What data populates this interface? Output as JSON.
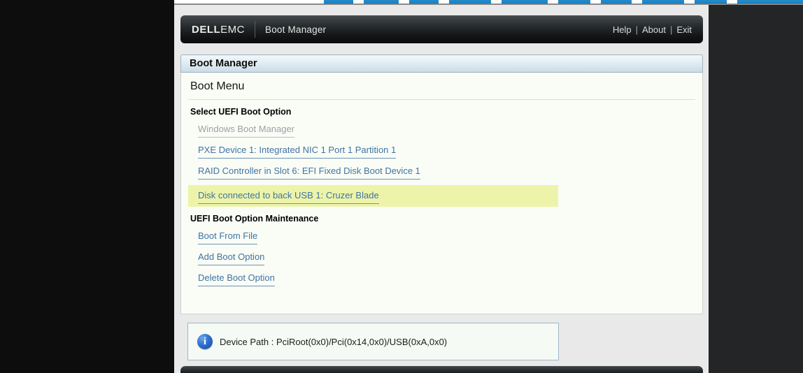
{
  "header": {
    "brand_dell": "DELL",
    "brand_emc": "EMC",
    "app_title": "Boot Manager",
    "menu": [
      "Help",
      "About",
      "Exit"
    ],
    "separator": "|"
  },
  "title_bar": {
    "title": "Boot Manager"
  },
  "boot_menu": {
    "title": "Boot Menu",
    "select_heading": "Select UEFI Boot Option",
    "options": [
      {
        "label": "Windows Boot Manager",
        "state": "disabled"
      },
      {
        "label": "PXE Device 1: Integrated NIC 1 Port 1 Partition 1",
        "state": "enabled"
      },
      {
        "label": "RAID Controller in Slot 6: EFI Fixed Disk Boot Device 1",
        "state": "enabled"
      },
      {
        "label": "Disk connected to back USB 1: Cruzer Blade",
        "state": "highlighted"
      }
    ],
    "maintenance_heading": "UEFI Boot Option Maintenance",
    "maintenance": [
      "Boot From File",
      "Add Boot Option",
      "Delete Boot Option"
    ]
  },
  "info_panel": {
    "icon": "info-icon",
    "icon_glyph": "i",
    "label": "Device Path : ",
    "value": "PciRoot(0x0)/Pci(0x14,0x0)/USB(0xA,0x0)"
  },
  "colors": {
    "toolbar_button_blue": "#2189c9",
    "link_blue": "#3f74a3",
    "disabled_gray": "#9ba1a4",
    "highlight_yellow": "#edf4a9",
    "header_dark": "#121415",
    "page_gray": "#e9e9e9"
  }
}
